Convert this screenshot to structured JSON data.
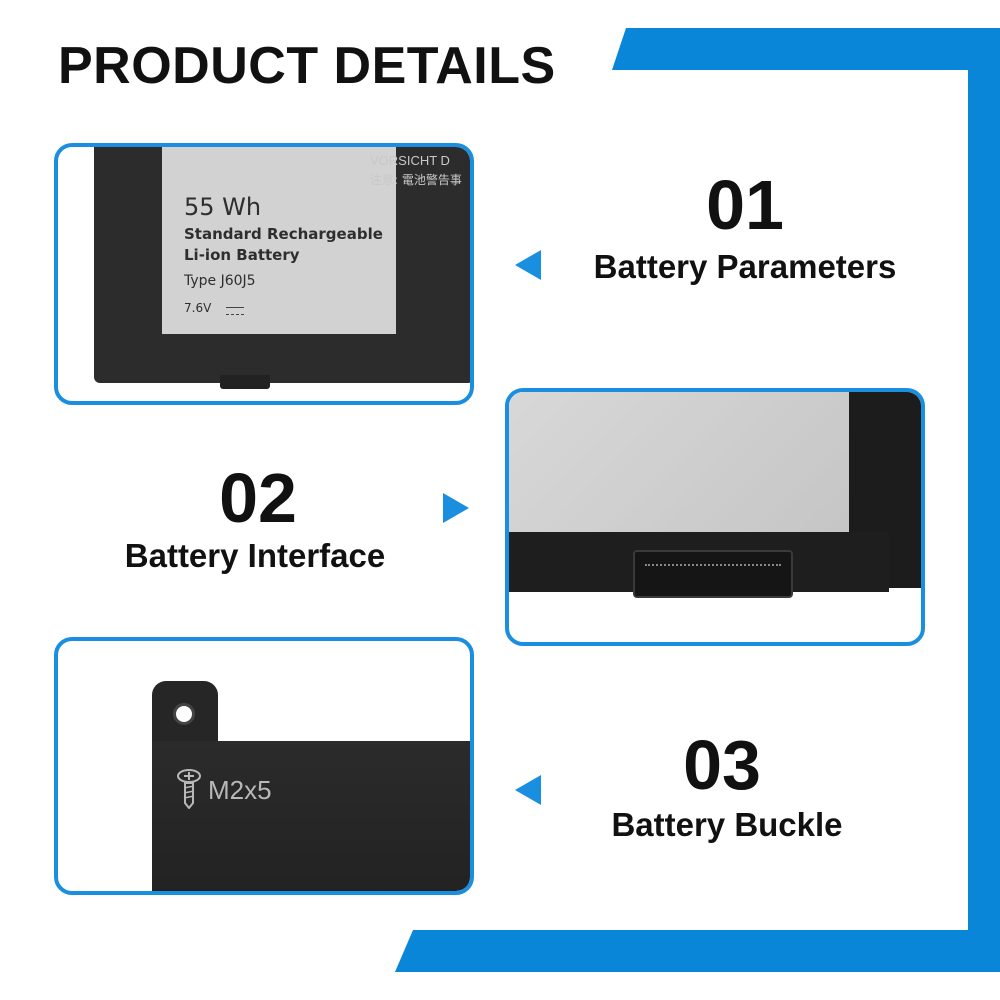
{
  "page": {
    "title": "PRODUCT DETAILS"
  },
  "features": [
    {
      "number": "01",
      "caption": "Battery Parameters"
    },
    {
      "number": "02",
      "caption": "Battery Interface"
    },
    {
      "number": "03",
      "caption": "Battery Buckle"
    }
  ],
  "battery_label": {
    "capacity": "55 Wh",
    "line1": "Standard Rechargeable",
    "line2": "Li-ion Battery",
    "type": "Type  J60J5",
    "voltage": "7.6V",
    "warning_de": "VORSICHT D",
    "warning_zh": "注意: 電池警告事"
  },
  "buckle_marking": "M2x5",
  "colors": {
    "accent": "#0a86d8",
    "border": "#1a8fe0",
    "text": "#111111"
  }
}
